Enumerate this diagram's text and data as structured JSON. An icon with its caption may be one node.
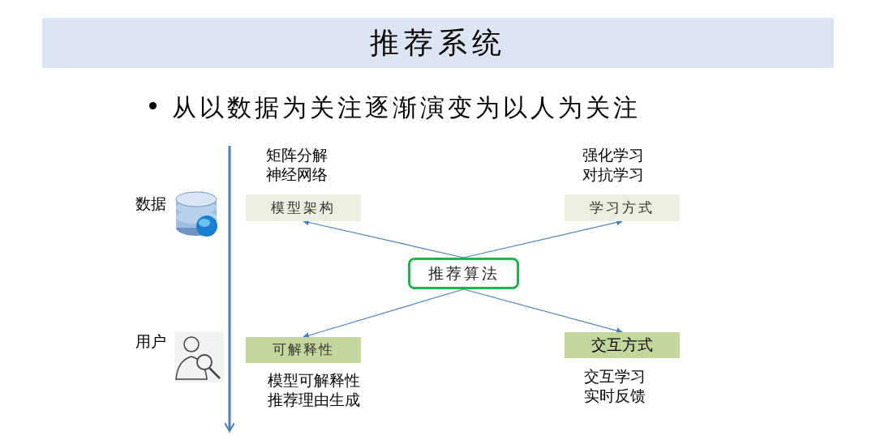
{
  "diagram": {
    "title": "推荐系统",
    "nodes": [
      {
        "text": [
          "模型架构"
        ],
        "beside": [
          "矩阵分解",
          "神经网络"
        ]
      },
      {
        "text": [
          "学习方式"
        ],
        "beside": [
          "强化学习",
          "对抗学习"
        ]
      },
      {
        "text": [
          "推荐算法"
        ]
      },
      {
        "text": [
          "可解释性"
        ],
        "beside": [
          "模型可解释性",
          "推荐理由生成"
        ]
      },
      {
        "text": [
          "交互方式"
        ],
        "beside": [
          "交互学习",
          "实时反馈"
        ]
      }
    ],
    "edges": [
      {
        "from": 2,
        "to": 0,
        "arrow": "to"
      },
      {
        "from": 2,
        "to": 1,
        "arrow": "to"
      },
      {
        "from": 2,
        "to": 3,
        "arrow": "to"
      },
      {
        "from": 2,
        "to": 4,
        "arrow": "to"
      }
    ],
    "labels": [
      "从以数据为关注逐渐演变为以人为关注",
      "数据",
      "用户"
    ]
  }
}
